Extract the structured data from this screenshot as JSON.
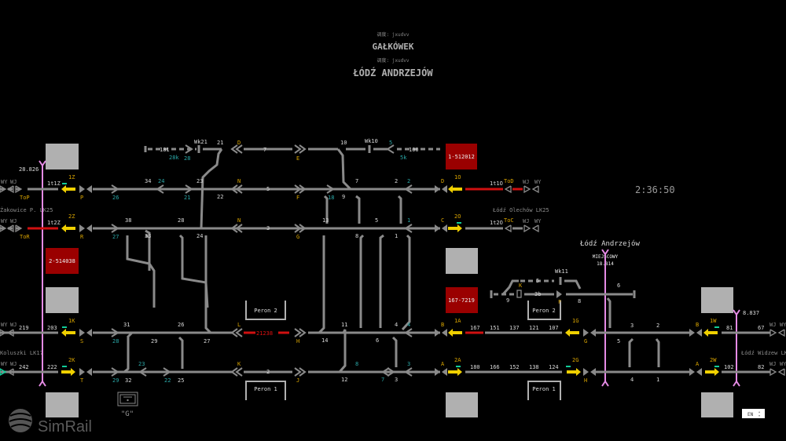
{
  "header": {
    "dispatcher1": "调度: jxudvv",
    "station1": "GAŁKÓWEK",
    "dispatcher2": "调度: jxudvv",
    "station2": "ŁÓDŹ ANDRZEJÓW"
  },
  "clock": "2:36:50",
  "trains": [
    "1-512012",
    "2-514038",
    "167-7219"
  ],
  "lines": {
    "zakowice": "Żakowice P. LK25",
    "olechow": "Łódź Olechów LK25",
    "koluszki": "Koluszki LK17",
    "widzew": "Łódź Widzew LK17"
  },
  "station": {
    "name": "Łódź Andrzejów",
    "miejscowy": "MIEJSCOWY",
    "km_center": "18.814",
    "km_right": "8.837",
    "km_left": "28.826"
  },
  "top": [
    "181",
    "28k",
    "28",
    "Wk21",
    "21",
    "D",
    "7",
    "E",
    "10",
    "Wk10",
    "5",
    "5k",
    "100"
  ],
  "r1": [
    "WY",
    "WJ",
    "ToP",
    "1t1Z",
    "1Z",
    "P",
    "26",
    "34",
    "24",
    "23",
    "21",
    "22",
    "N",
    "5",
    "F",
    "18",
    "9",
    "7",
    "2",
    "2",
    "D",
    "1O",
    "1t1O",
    "ToD",
    "WJ",
    "WY"
  ],
  "r2": [
    "WY",
    "WJ",
    "ToR",
    "1t2Z",
    "2Z",
    "R",
    "27",
    "38",
    "33",
    "28",
    "24",
    "N",
    "3",
    "G",
    "13",
    "8",
    "5",
    "1",
    "1",
    "C",
    "2O",
    "1t2O",
    "ToC",
    "WJ",
    "WY"
  ],
  "r3": [
    "WY",
    "WJ",
    "219",
    "203",
    "1K",
    "S",
    "28",
    "31",
    "29",
    "26",
    "27",
    "L",
    "21238",
    "H",
    "11",
    "14",
    "4",
    "4",
    "6",
    "B",
    "1A",
    "167",
    "151",
    "137",
    "121",
    "107",
    "1G",
    "G",
    "3",
    "2",
    "5",
    "B",
    "1W",
    "81",
    "67",
    "WJ",
    "WY"
  ],
  "r4": [
    "WY",
    "WJ",
    "242",
    "222",
    "2K",
    "T",
    "29",
    "23",
    "32",
    "22",
    "25",
    "K",
    "2",
    "J",
    "8",
    "12",
    "7",
    "3",
    "3",
    "A",
    "2A",
    "180",
    "166",
    "152",
    "138",
    "124",
    "2G",
    "H",
    "4",
    "1",
    "A",
    "2W",
    "102",
    "82",
    "WJ",
    "WY"
  ],
  "andr": [
    "Wk11",
    "5",
    "K",
    "9",
    "3b",
    "F",
    "8",
    "6"
  ],
  "platforms": [
    "Peron 2",
    "Peron 1",
    "Peron 2",
    "Peron 1"
  ],
  "misc": {
    "g_label": "\"G\"",
    "logo": "SimRail",
    "lang": "EN"
  },
  "colors": {
    "track": "#8a8a8a",
    "occupied": "#d01010",
    "signal": "#f0d000",
    "label_signal": "#d9a400",
    "label_teal": "#2aa6a6",
    "train_box": "#9a0000",
    "catenary": "#e58be5"
  }
}
